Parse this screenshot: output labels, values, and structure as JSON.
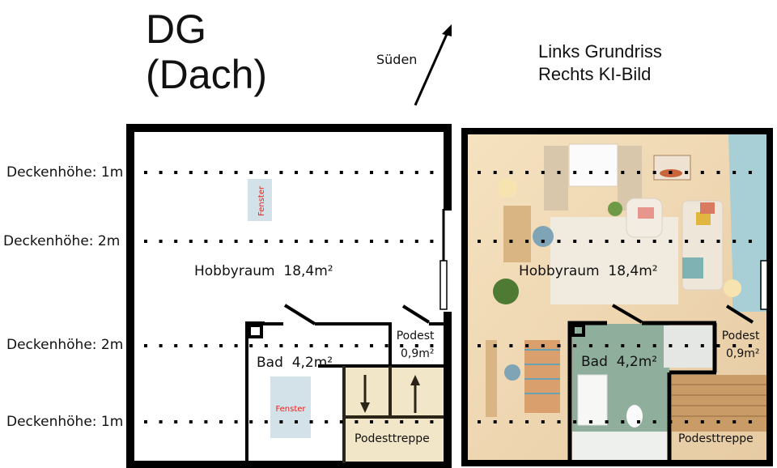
{
  "header": {
    "title_line1": "DG",
    "title_line2": "(Dach)",
    "compass_label": "Süden",
    "legend_line1": "Links Grundriss",
    "legend_line2": "Rechts KI-Bild"
  },
  "ceiling_heights": [
    {
      "label": "Deckenhöhe: 1m",
      "height_m": 1
    },
    {
      "label": "Deckenhöhe: 2m",
      "height_m": 2
    },
    {
      "label": "Deckenhöhe: 2m",
      "height_m": 2
    },
    {
      "label": "Deckenhöhe: 1m",
      "height_m": 1
    }
  ],
  "floorplan": {
    "rooms": {
      "hobby": {
        "name": "Hobbyraum",
        "area": "18,4m²"
      },
      "bad": {
        "name": "Bad",
        "area": "4,2m²"
      },
      "podest": {
        "name": "Podest",
        "area": "0,9m²"
      },
      "stairs": {
        "name": "Podesttreppe"
      }
    },
    "windows": [
      {
        "label": "Fenster"
      },
      {
        "label": "Fenster"
      }
    ],
    "colors": {
      "wall": "#000000",
      "window_fill": "#d3e1e8",
      "window_text": "#e8231f",
      "stair_fill": "#f1e6c8",
      "stair_line": "#2a2516"
    }
  },
  "render": {
    "rooms": {
      "hobby": {
        "name": "Hobbyraum",
        "area": "18,4m²"
      },
      "bad": {
        "name": "Bad",
        "area": "4,2m²"
      },
      "podest": {
        "name": "Podest",
        "area": "0,9m²"
      },
      "stairs": {
        "name": "Podesttreppe"
      }
    },
    "colors": {
      "floor": "#efd9b6",
      "wall_light": "#f5e8d2",
      "accent_wall": "#a9cfd6",
      "bath_tile": "#8fae9c",
      "stair_wood": "#c99b66"
    }
  }
}
